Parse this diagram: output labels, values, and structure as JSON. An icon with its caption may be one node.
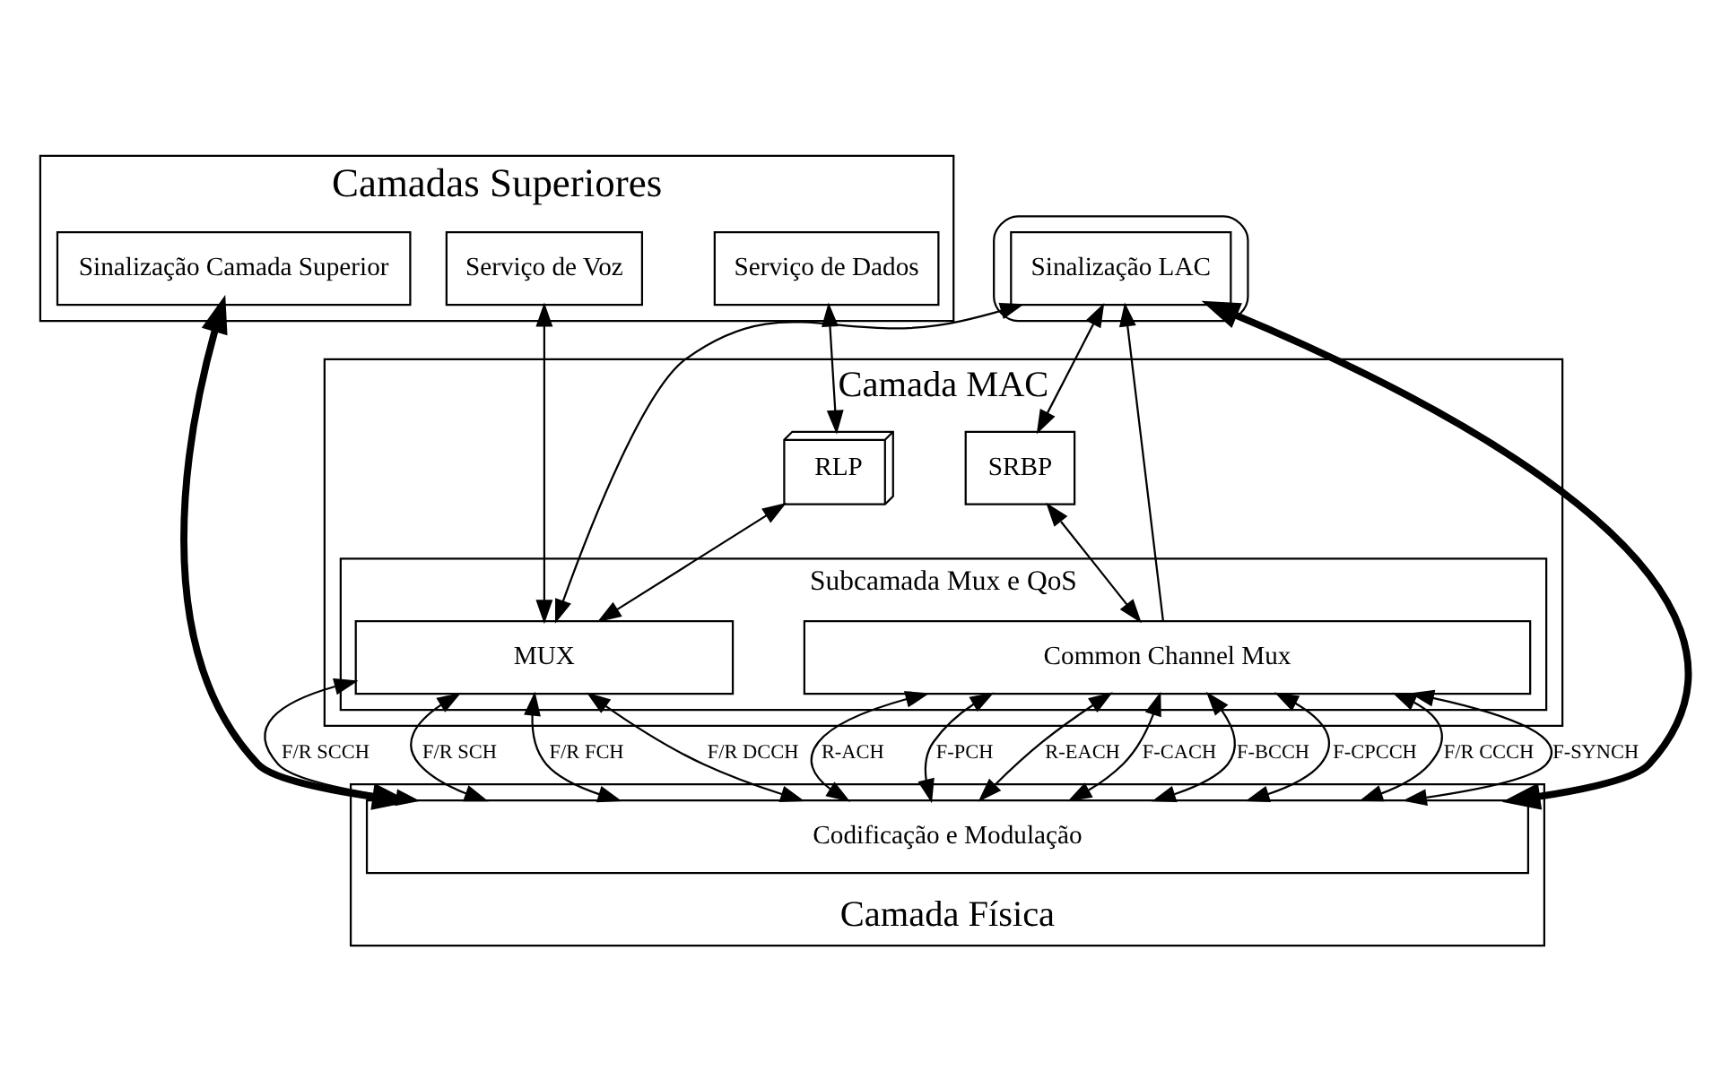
{
  "diagram": {
    "nodes": [
      {
        "text": [
          "Camadas Superiores"
        ]
      },
      {
        "text": [
          "Sinalização Camada Superior"
        ],
        "in": 0
      },
      {
        "text": [
          "Serviço de Dados"
        ],
        "in": 0
      },
      {
        "text": [
          "Serviço de Voz"
        ],
        "in": 0
      },
      {
        "text": [],
        "shape": "box"
      },
      {
        "text": [
          "Sinalização LAC"
        ],
        "in": 4
      },
      {
        "text": [
          "Camada MAC"
        ]
      },
      {
        "text": [
          "SRBP"
        ],
        "in": 6
      },
      {
        "text": [
          "RLP"
        ],
        "in": 6
      },
      {
        "text": [
          "Subcamada Mux e QoS"
        ],
        "in": 6
      },
      {
        "text": [
          "Common Channel Mux"
        ],
        "in": 9
      },
      {
        "text": [
          "MUX"
        ],
        "in": 9
      },
      {
        "text": [
          "Camada Física"
        ]
      },
      {
        "text": [
          "Codificação e Modulação"
        ],
        "in": 12
      }
    ],
    "edges": [
      {
        "from": 13,
        "to": 1,
        "arrow": "both",
        "style": "thick"
      },
      {
        "from": 13,
        "to": 5,
        "arrow": "both",
        "style": "thick"
      },
      {
        "from": 5,
        "to": 7,
        "arrow": "both"
      },
      {
        "from": 10,
        "to": 5,
        "arrow": "to"
      },
      {
        "from": 11,
        "to": 5,
        "arrow": "both"
      },
      {
        "from": 2,
        "to": 8,
        "arrow": "both"
      },
      {
        "from": 3,
        "to": 11,
        "arrow": "both"
      },
      {
        "from": 7,
        "to": 10,
        "arrow": "both"
      },
      {
        "from": 8,
        "to": 11,
        "arrow": "both"
      },
      {
        "from": 10,
        "to": 13,
        "arrow": "both",
        "label": "R-ACH"
      },
      {
        "from": 10,
        "to": 13,
        "arrow": "both",
        "label": "F-PCH"
      },
      {
        "from": 10,
        "to": 13,
        "arrow": "both",
        "label": "R-EACH"
      },
      {
        "from": 10,
        "to": 13,
        "arrow": "both",
        "label": "F-CACH"
      },
      {
        "from": 10,
        "to": 13,
        "arrow": "both",
        "label": "F-BCCH"
      },
      {
        "from": 10,
        "to": 13,
        "arrow": "both",
        "label": "F-CPCCH"
      },
      {
        "from": 10,
        "to": 13,
        "arrow": "both",
        "label": "F/R CCCH"
      },
      {
        "from": 10,
        "to": 13,
        "arrow": "both",
        "label": "F-SYNCH"
      },
      {
        "from": 11,
        "to": 13,
        "arrow": "both",
        "label": "F/R SCCH"
      },
      {
        "from": 11,
        "to": 13,
        "arrow": "both",
        "label": "F/R SCH"
      },
      {
        "from": 11,
        "to": 13,
        "arrow": "both",
        "label": "F/R FCH"
      },
      {
        "from": 11,
        "to": 13,
        "arrow": "both",
        "label": "F/R DCCH"
      }
    ]
  }
}
